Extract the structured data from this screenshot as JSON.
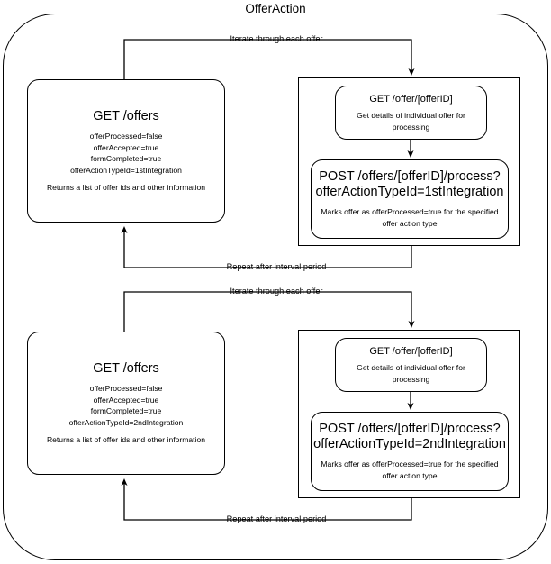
{
  "diagram": {
    "title": "OfferAction",
    "type": "flowchart",
    "sections": [
      {
        "id": "first-integration",
        "source": {
          "title": "GET /offers",
          "properties": [
            "offerProcessed=false",
            "offerAccepted=true",
            "formCompleted=true",
            "offerActionTypeId=1stIntegration"
          ],
          "description": "Returns a list of offer ids and other information"
        },
        "process_group": {
          "steps": [
            {
              "title": "GET /offer/[offerID]",
              "description": "Get details of individual offer for processing"
            },
            {
              "title_line1": "POST /offers/[offerID]/process?",
              "title_line2": "offerActionTypeId=1stIntegration",
              "description": "Marks offer as offerProcessed=true for the specified offer action type"
            }
          ]
        },
        "edges": {
          "forward_label": "Iterate through each offer",
          "return_label": "Repeat after interval period"
        }
      },
      {
        "id": "second-integration",
        "source": {
          "title": "GET /offers",
          "properties": [
            "offerProcessed=false",
            "offerAccepted=true",
            "formCompleted=true",
            "offerActionTypeId=2ndIntegration"
          ],
          "description": "Returns a list of offer ids and other information"
        },
        "process_group": {
          "steps": [
            {
              "title": "GET /offer/[offerID]",
              "description": "Get details of individual offer for processing"
            },
            {
              "title_line1": "POST /offers/[offerID]/process?",
              "title_line2": "offerActionTypeId=2ndIntegration",
              "description": "Marks offer as offerProcessed=true for the specified offer action type"
            }
          ]
        },
        "edges": {
          "forward_label": "Iterate through each offer",
          "return_label": "Repeat after interval period"
        }
      }
    ],
    "colors": {
      "stroke": "#000000",
      "background": "#ffffff",
      "text": "#000000"
    }
  }
}
